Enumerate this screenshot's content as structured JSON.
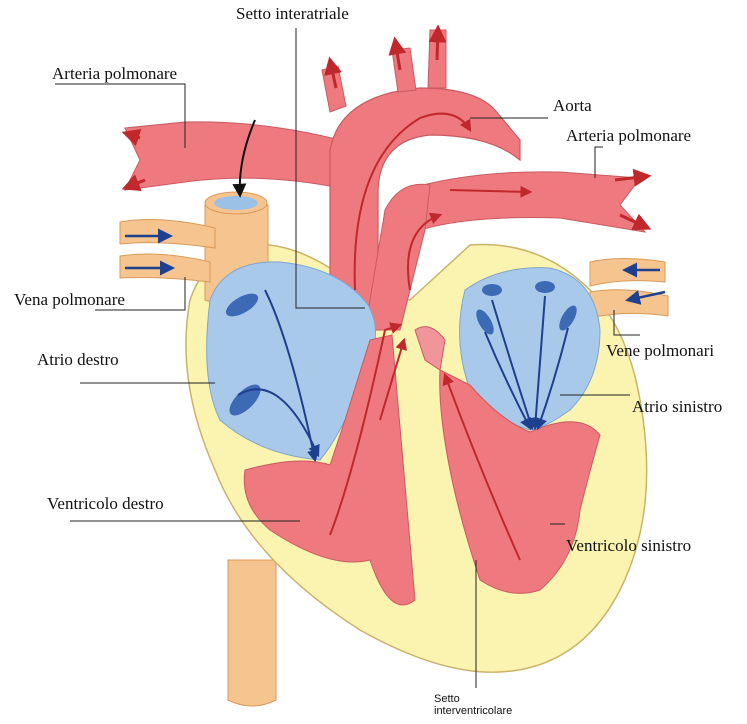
{
  "labels": {
    "setto_interatriale": "Setto interatriale",
    "arteria_polmonare_left": "Arteria polmonare",
    "aorta": "Aorta",
    "arteria_polmonare_right": "Arteria polmonare",
    "vena_polmonare": "Vena polmonare",
    "vene_polmonari": "Vene polmonari",
    "atrio_destro": "Atrio destro",
    "atrio_sinistro": "Atrio sinistro",
    "ventricolo_destro": "Ventricolo destro",
    "ventricolo_sinistro": "Ventricolo sinistro",
    "setto_interventricolare_line1": "Setto",
    "setto_interventricolare_line2": "interventricolare"
  },
  "colors": {
    "oxygenated_red": "#ee7a7f",
    "oxygenated_dark": "#d94a55",
    "deoxygenated_blue": "#a9c9ea",
    "blue_dark": "#2f5fa8",
    "muscle_yellow": "#fbf3b0",
    "vessel_orange": "#f6c48f",
    "flow_arrow_red": "#c0282c",
    "flow_arrow_blue": "#1f3f8f",
    "leader_line": "#222222"
  }
}
